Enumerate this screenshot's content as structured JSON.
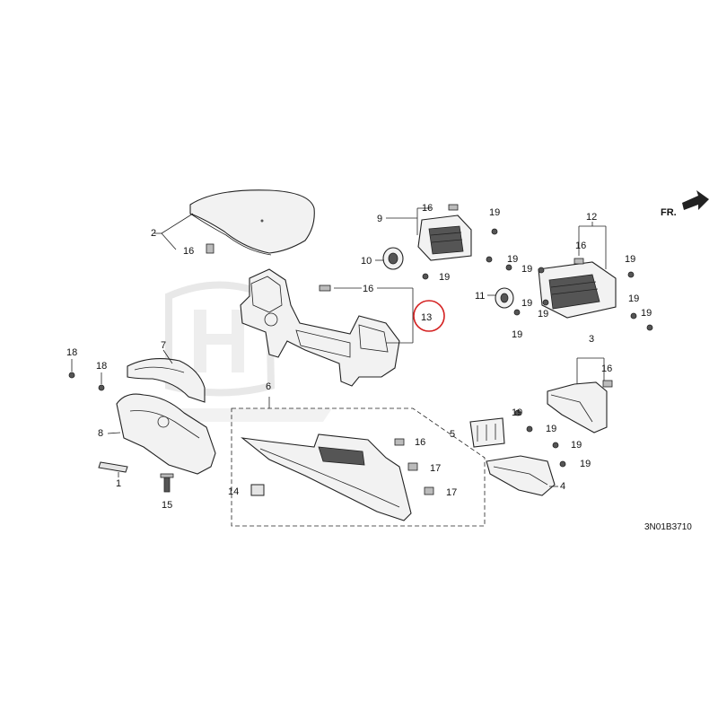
{
  "diagram": {
    "drawing_code": "3N01B3710",
    "front_indicator": "FR.",
    "highlighted_callout": "13",
    "watermark_colors": {
      "logo": "#d0d0d0"
    },
    "callouts": [
      {
        "id": "c1",
        "label": "1"
      },
      {
        "id": "c2",
        "label": "2"
      },
      {
        "id": "c3",
        "label": "3"
      },
      {
        "id": "c4",
        "label": "4"
      },
      {
        "id": "c5",
        "label": "5"
      },
      {
        "id": "c6",
        "label": "6"
      },
      {
        "id": "c7",
        "label": "7"
      },
      {
        "id": "c8",
        "label": "8"
      },
      {
        "id": "c9",
        "label": "9"
      },
      {
        "id": "c10",
        "label": "10"
      },
      {
        "id": "c11",
        "label": "11"
      },
      {
        "id": "c12",
        "label": "12"
      },
      {
        "id": "c13",
        "label": "13"
      },
      {
        "id": "c14",
        "label": "14"
      },
      {
        "id": "c15",
        "label": "15"
      },
      {
        "id": "c16a",
        "label": "16"
      },
      {
        "id": "c16b",
        "label": "16"
      },
      {
        "id": "c16c",
        "label": "16"
      },
      {
        "id": "c16d",
        "label": "16"
      },
      {
        "id": "c16e",
        "label": "16"
      },
      {
        "id": "c16f",
        "label": "16"
      },
      {
        "id": "c17a",
        "label": "17"
      },
      {
        "id": "c17b",
        "label": "17"
      },
      {
        "id": "c18a",
        "label": "18"
      },
      {
        "id": "c18b",
        "label": "18"
      },
      {
        "id": "c19a",
        "label": "19"
      },
      {
        "id": "c19b",
        "label": "19"
      },
      {
        "id": "c19c",
        "label": "19"
      },
      {
        "id": "c19d",
        "label": "19"
      },
      {
        "id": "c19e",
        "label": "19"
      },
      {
        "id": "c19f",
        "label": "19"
      },
      {
        "id": "c19g",
        "label": "19"
      },
      {
        "id": "c19h",
        "label": "19"
      },
      {
        "id": "c19i",
        "label": "19"
      },
      {
        "id": "c19j",
        "label": "19"
      },
      {
        "id": "c19k",
        "label": "19"
      },
      {
        "id": "c19l",
        "label": "19"
      },
      {
        "id": "c19m",
        "label": "19"
      },
      {
        "id": "c19n",
        "label": "19"
      }
    ]
  }
}
